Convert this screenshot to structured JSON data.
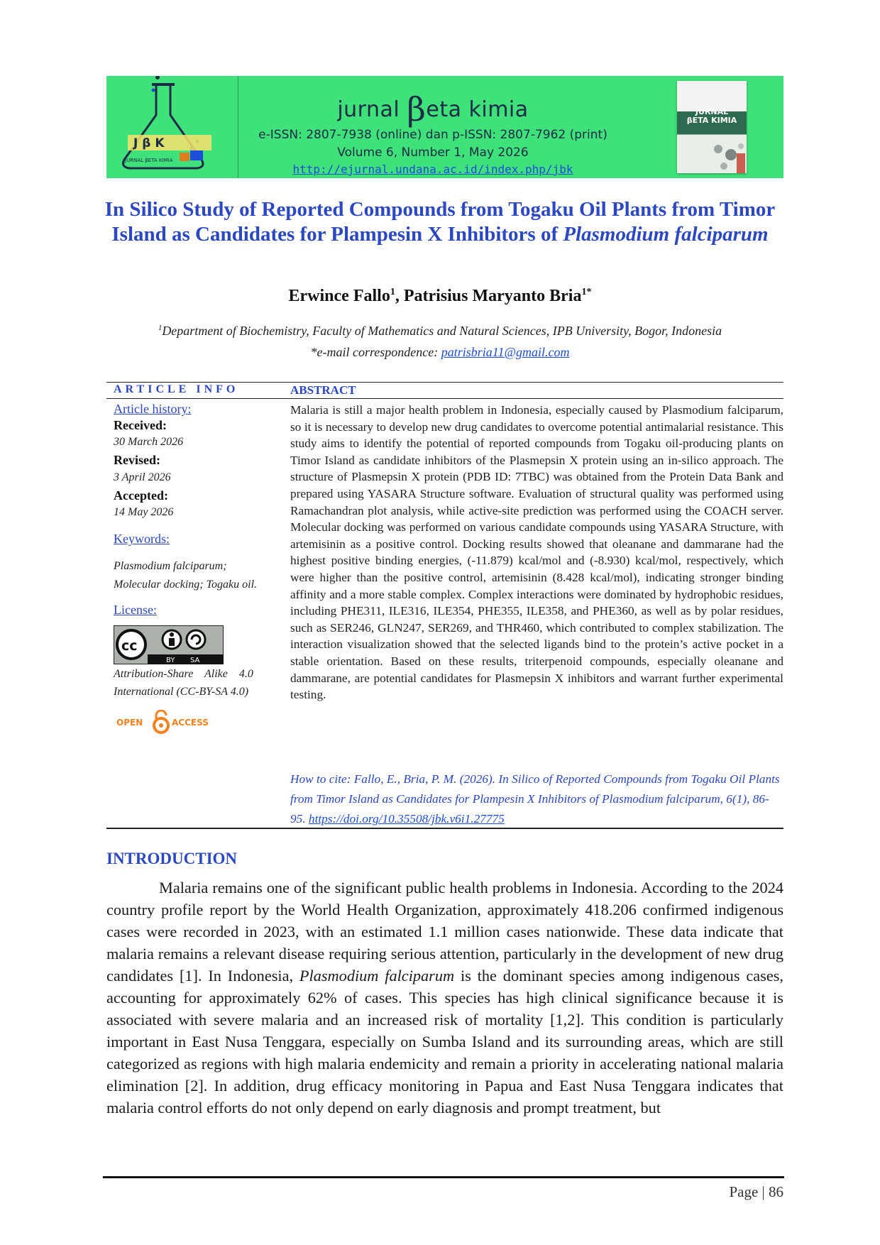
{
  "header": {
    "logo_letters": "J  β  K",
    "logo_caption": "JURNAL βETA KIMIA",
    "journal_prefix": "jurnal",
    "journal_beta": "β",
    "journal_suffix": "eta kimia",
    "issn": "e-ISSN: 2807-7938 (online) dan p-ISSN: 2807-7962 (print)",
    "volume": "Volume 6, Number 1, May 2026",
    "url": "http://ejurnal.undana.ac.id/index.php/jbk",
    "cover_title_1": "JURNAL",
    "cover_title_2": "βETA KIMIA"
  },
  "paper": {
    "title_main": "In Silico Study of Reported Compounds from Togaku Oil Plants from Timor Island as Candidates for Plampesin X Inhibitors of ",
    "title_italic": "Plasmodium falciparum",
    "author_1": "Erwince Fallo",
    "author_1_sup": "1",
    "author_sep": ", ",
    "author_2": "Patrisius Maryanto Bria",
    "author_2_sup": "1*",
    "affiliation_sup": "1",
    "affiliation": "Department of Biochemistry, Faculty of Mathematics and Natural Sciences, IPB University, Bogor, Indonesia",
    "email_label": "*e-mail correspondence: ",
    "email": "patrisbria11@gmail.com"
  },
  "article_info": {
    "heading": "ARTICLE INFO",
    "history_label": "Article history:",
    "received_label": "Received:",
    "received_date": "30 March 2026",
    "revised_label": "Revised:",
    "revised_date": "3 April 2026",
    "accepted_label": "Accepted:",
    "accepted_date": "14 May 2026",
    "keywords_label": "Keywords:",
    "keywords_1": "Plasmodium falciparum;",
    "keywords_2": "Molecular docking; Togaku oil.",
    "license_label": "License:",
    "cc_text": "cc",
    "cc_by": "BY",
    "cc_sa": "SA",
    "license_1": "Attribution-Share    Alike    4.0",
    "license_2": "International (CC-BY-SA 4.0)",
    "open_access_1": "OPEN",
    "open_access_2": "ACCESS"
  },
  "abstract": {
    "heading": "ABSTRACT",
    "text": "Malaria is still a major health problem in Indonesia, especially caused by Plasmodium falciparum, so it is necessary to develop new drug candidates to overcome potential antimalarial resistance. This study aims to identify the potential of reported compounds from Togaku oil-producing plants on Timor Island as candidate inhibitors of the Plasmepsin X protein using an in-silico approach. The structure of Plasmepsin X protein (PDB ID: 7TBC) was obtained from the Protein Data Bank and prepared using YASARA Structure software. Evaluation of structural quality was performed using Ramachandran plot analysis, while active-site prediction was performed using the COACH server. Molecular docking was performed on various candidate compounds using YASARA Structure, with artemisinin as a positive control. Docking results showed that oleanane and dammarane had the highest positive binding energies, (-11.879) kcal/mol and (-8.930) kcal/mol, respectively, which were higher than the positive control, artemisinin (8.428 kcal/mol), indicating stronger binding affinity and a more stable complex. Complex interactions were dominated by hydrophobic residues, including PHE311, ILE316, ILE354, PHE355, ILE358, and PHE360, as well as by polar residues, such as SER246, GLN247, SER269, and THR460, which contributed to complex stabilization. The interaction visualization showed that the selected ligands bind to the protein’s active pocket in a stable orientation. Based on these results, triterpenoid compounds, especially oleanane and dammarane, are potential candidates for Plasmepsin X inhibitors and warrant further experimental testing.",
    "cite_text": "How to cite: Fallo, E., Bria, P. M. (2026). In Silico of Reported Compounds from Togaku Oil Plants from Timor Island as Candidates for Plampesin X Inhibitors of Plasmodium falciparum, 6(1), 86-95. ",
    "doi": "https://doi.org/10.35508/jbk.v6i1.27775"
  },
  "introduction": {
    "heading": "INTRODUCTION",
    "p1_a": "Malaria remains one of the significant public health problems in Indonesia. According to the 2024 country profile report by the World Health Organization, approximately 418.206 confirmed indigenous cases were recorded in 2023, with an estimated 1.1 million cases nationwide. These data indicate that malaria remains a relevant disease requiring serious attention, particularly in the development of new drug candidates [1]. In Indonesia, ",
    "p1_italic": "Plasmodium falciparum",
    "p1_b": " is the dominant species among indigenous cases, accounting for approximately 62% of cases. This species has high clinical significance because it is associated with severe malaria and an increased risk of mortality [1,2]. This condition is particularly important in East Nusa Tenggara, especially on Sumba Island and its surrounding areas, which are still categorized as regions with high malaria endemicity and remain a priority in accelerating national malaria elimination [2]. In addition, drug efficacy monitoring in Papua and East Nusa Tenggara indicates that malaria control efforts do not only depend on early diagnosis and prompt treatment, but"
  },
  "footer": {
    "page_label": "Page | 86"
  },
  "colors": {
    "banner": "#3fe17a",
    "title_blue": "#2b47c2",
    "link_blue": "#1d4ed8"
  }
}
